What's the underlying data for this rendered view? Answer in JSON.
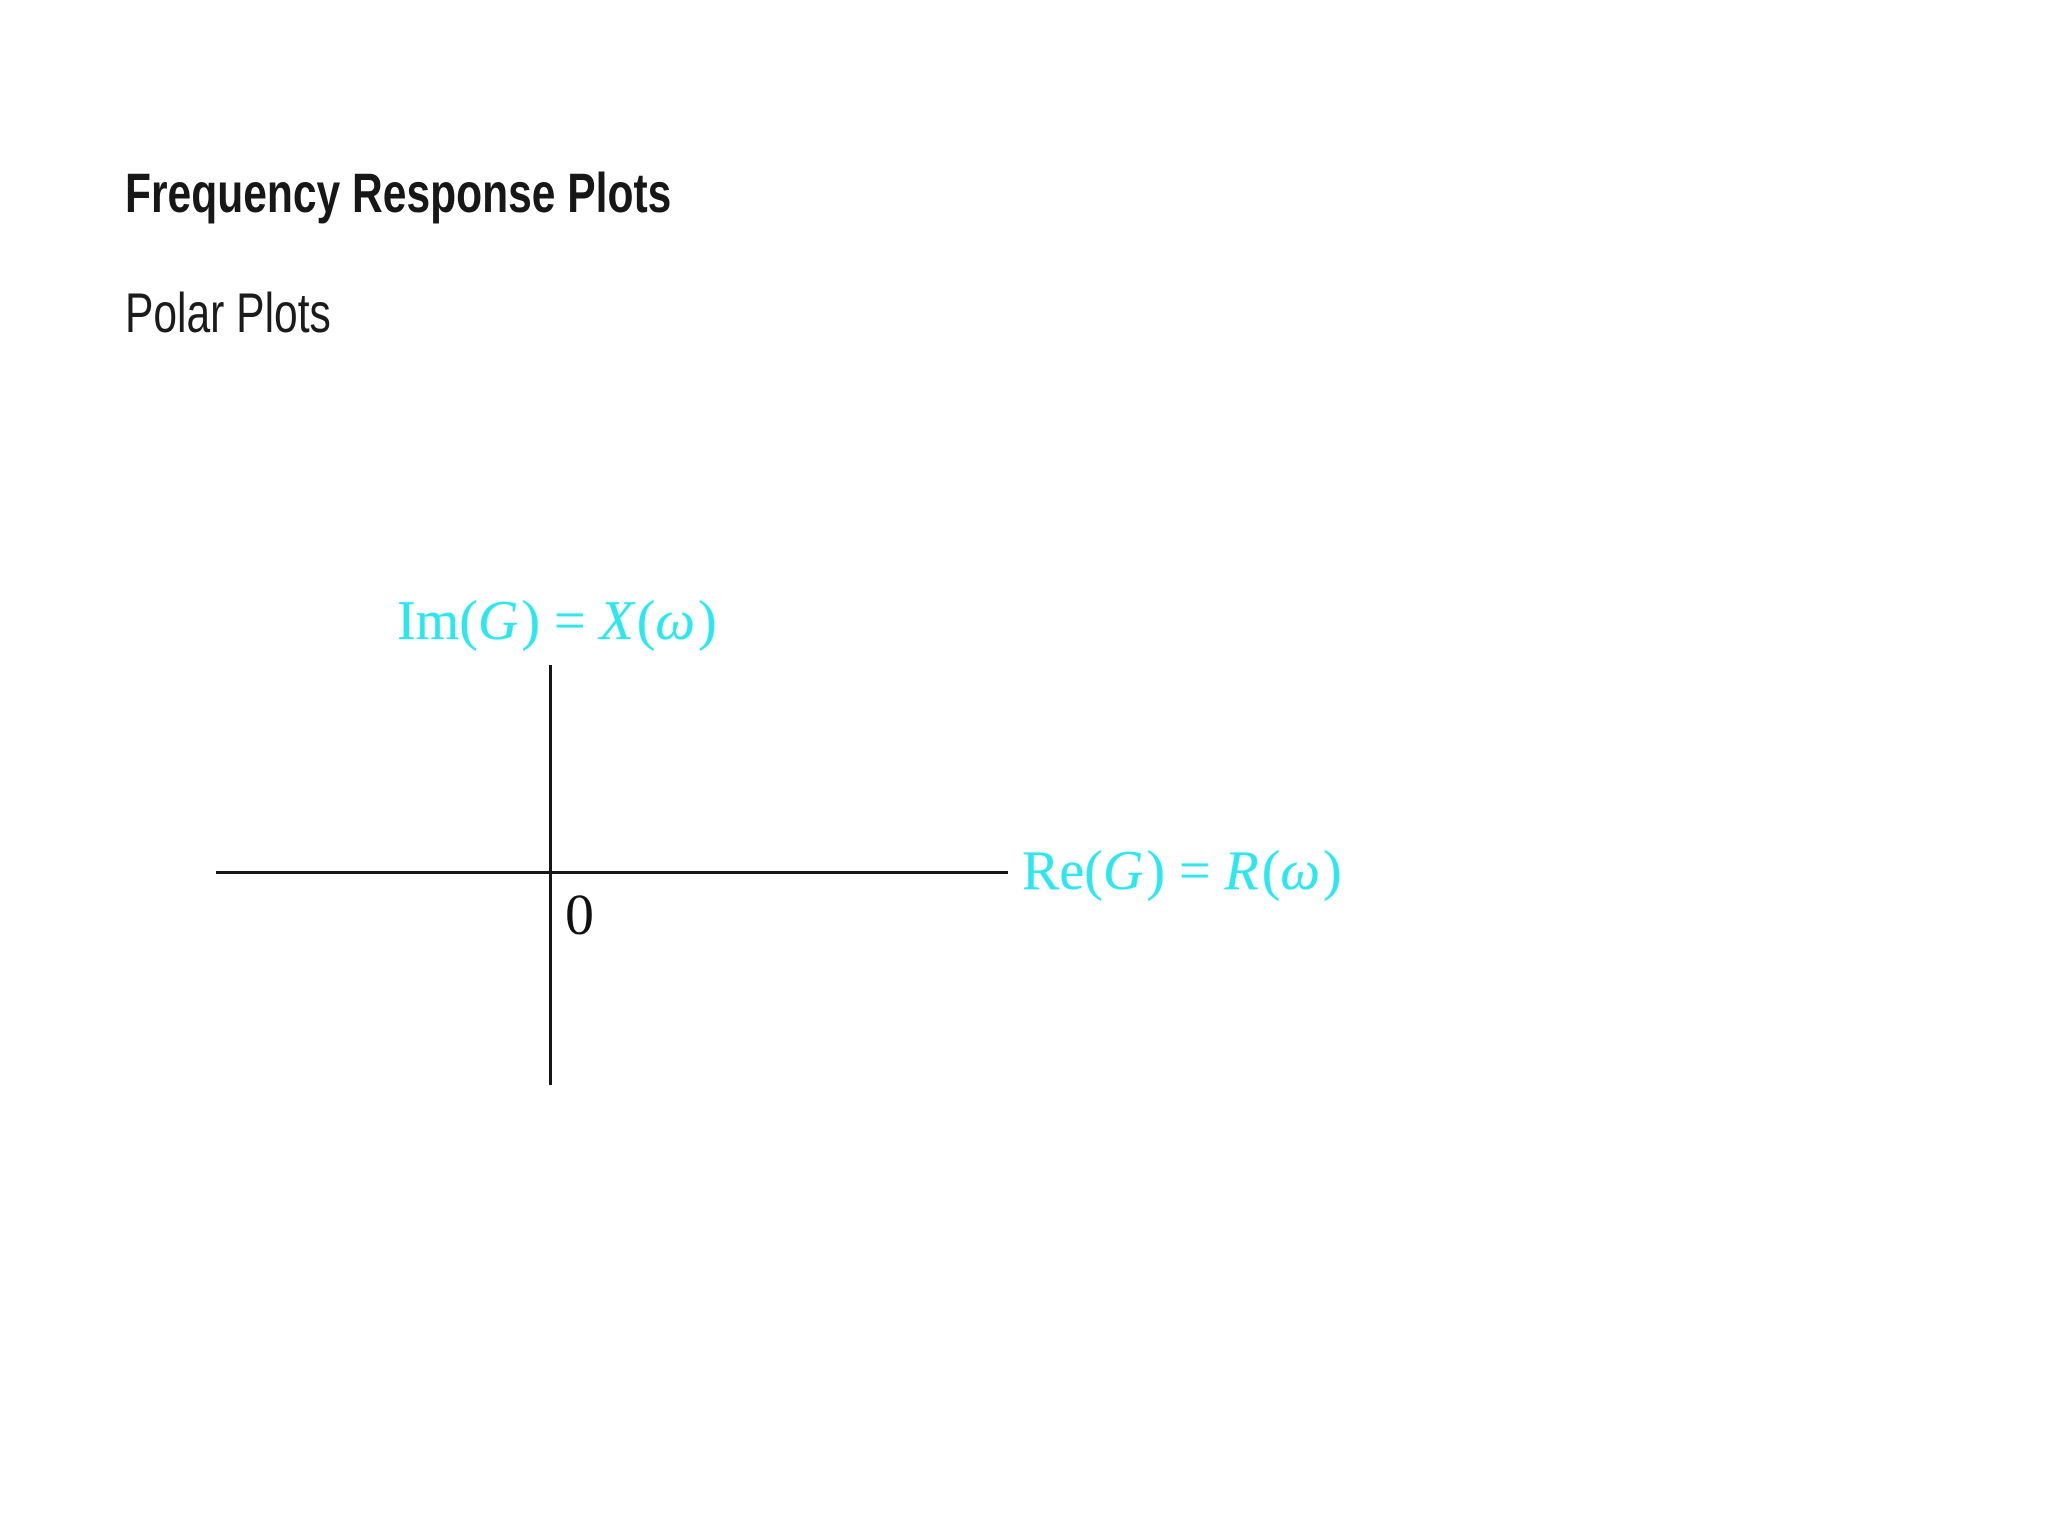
{
  "slide": {
    "title": "Frequency Response Plots",
    "subtitle": "Polar Plots"
  },
  "diagram": {
    "origin_label": "0",
    "im_label": {
      "full": "Im(G) = X(ω)",
      "parts": [
        {
          "text": "Im("
        },
        {
          "text": "G"
        },
        {
          "text": ") = "
        },
        {
          "text": "X"
        },
        {
          "text": "("
        },
        {
          "text": "ω"
        },
        {
          "text": ")"
        }
      ]
    },
    "re_label": {
      "full": "Re(G) = R(ω)",
      "parts": [
        {
          "text": "Re("
        },
        {
          "text": "G"
        },
        {
          "text": ") = "
        },
        {
          "text": "R"
        },
        {
          "text": "("
        },
        {
          "text": "ω"
        },
        {
          "text": ")"
        }
      ]
    },
    "colors": {
      "label_cyan": "#35e3ea",
      "axis_black": "#161616",
      "background": "#ffffff"
    }
  }
}
